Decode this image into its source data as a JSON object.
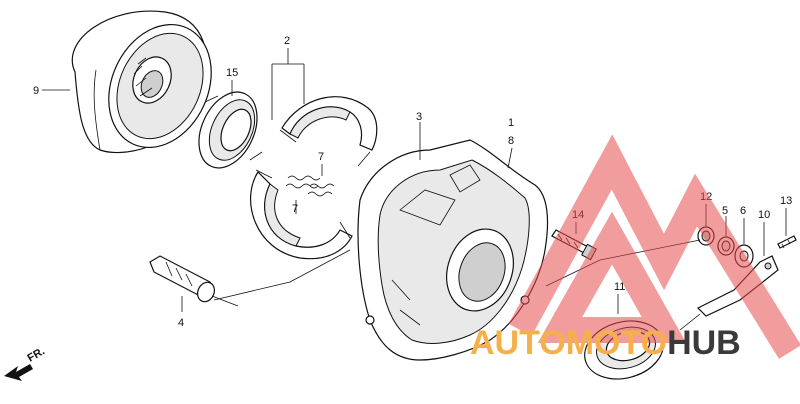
{
  "diagram": {
    "callouts": [
      "1",
      "2",
      "3",
      "4",
      "5",
      "6",
      "7",
      "7",
      "8",
      "9",
      "10",
      "11",
      "12",
      "13",
      "14",
      "15"
    ],
    "front_marker": "FR."
  },
  "watermark": {
    "word_1": "AUTOMOTO",
    "word_2": "HUB",
    "color_orange": "#f5b04a",
    "color_dark": "#3a3a3a",
    "color_red": "#e84d4d"
  }
}
